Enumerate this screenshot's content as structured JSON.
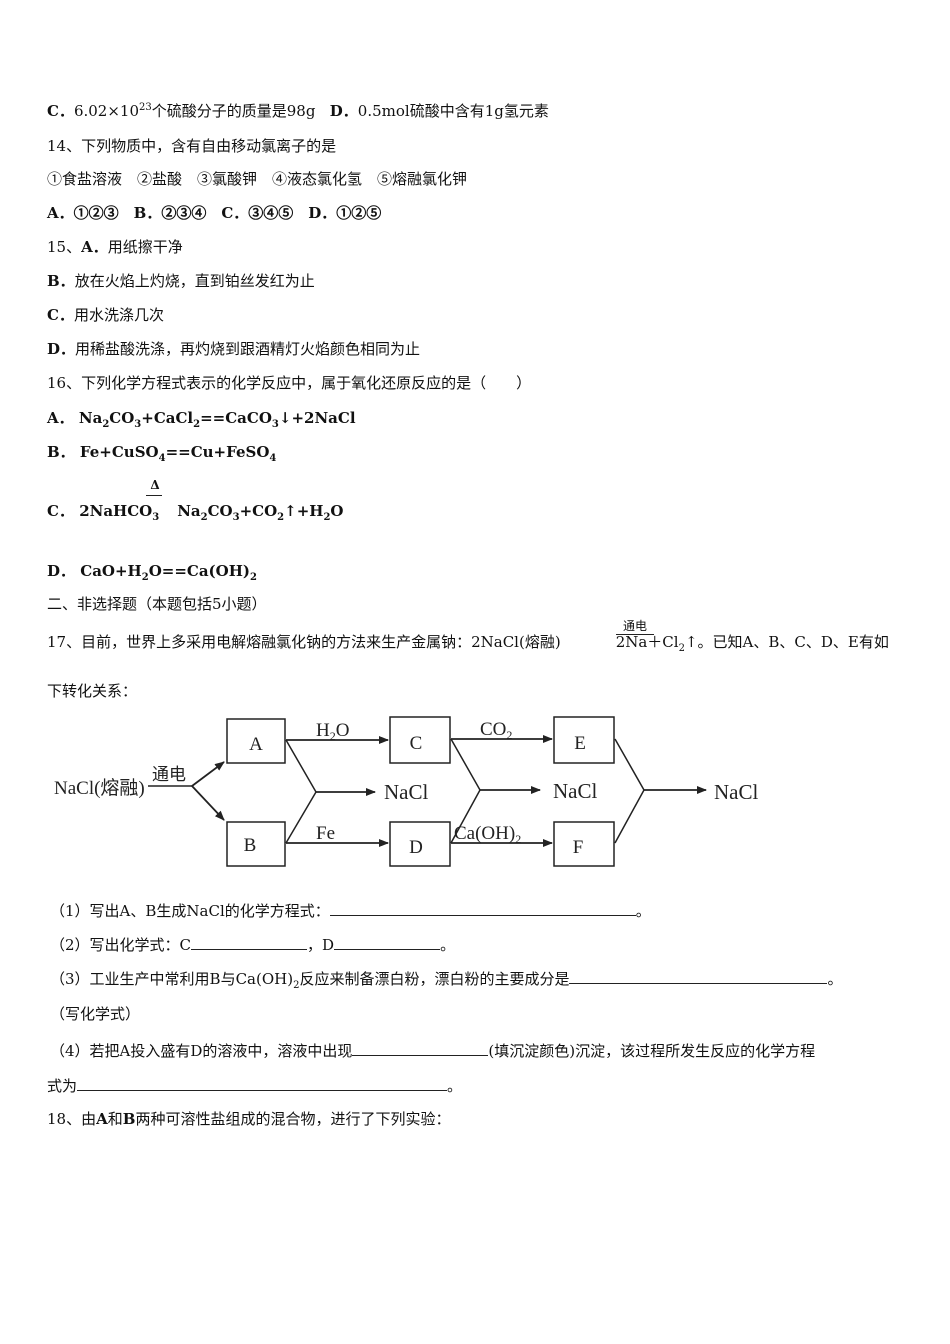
{
  "q13": {
    "c_label": "C．",
    "c_text_a": "6.02×10",
    "c_sup": "23",
    "c_text_b": "个硫酸分子的质量是98g",
    "d_label": "D．",
    "d_text": "0.5mol硫酸中含有1g氢元素"
  },
  "q14": {
    "stem": "14、下列物质中，含有自由移动氯离子的是",
    "items": "①食盐溶液　②盐酸　③氯酸钾　④液态氯化氢　⑤熔融氯化钾",
    "options": "A．①②③　B．②③④　C．③④⑤　D．①②⑤"
  },
  "q15": {
    "num": "15、",
    "a_label": "A．",
    "a_text": "用纸擦干净",
    "b_label": "B．",
    "b_text": "放在火焰上灼烧，直到铂丝发红为止",
    "c_label": "C．",
    "c_text": "用水洗涤几次",
    "d_label": "D．",
    "d_text": "用稀盐酸洗涤，再灼烧到跟酒精灯火焰颜色相同为止"
  },
  "q16": {
    "stem": "16、下列化学方程式表示的化学反应中，属于氧化还原反应的是（　　）",
    "a_label": "A．",
    "b_label": "B．",
    "c_label": "C．",
    "d_label": "D．",
    "a_eq": [
      "Na",
      "2",
      "CO",
      "3",
      "+CaCl",
      "2",
      "==CaCO",
      "3",
      "↓+2NaCl"
    ],
    "b_eq": [
      "Fe+CuSO",
      "4",
      "==Cu+FeSO",
      "4"
    ],
    "c_reactant": [
      "2NaHCO",
      "3"
    ],
    "c_condition": "Δ",
    "c_product": [
      "Na",
      "2",
      "CO",
      "3",
      "+CO",
      "2",
      "↑+H",
      "2",
      "O"
    ],
    "d_eq": [
      "CaO+H",
      "2",
      "O==Ca(OH)",
      "2"
    ]
  },
  "section2": {
    "title": "二、非选择题（本题包括5小题）"
  },
  "q17": {
    "stem_a": "17、目前，世界上多采用电解熔融氯化钠的方法来生产金属钠：2NaCl(熔融)",
    "condition": "通电",
    "stem_b": "2Na＋Cl",
    "stem_b_sub": "2",
    "stem_c": "↑。已知A、B、C、D、E有如",
    "stem_line2": "下转化关系：",
    "diagram": {
      "start": "NaCl(熔融)",
      "start_cond": "通电",
      "nodes": {
        "A": "A",
        "B": "B",
        "C": "C",
        "D": "D",
        "E": "E",
        "F": "F"
      },
      "edge_AC": "H",
      "edge_AC_sub": "2",
      "edge_AC_tail": "O",
      "edge_CE": "CO",
      "edge_CE_sub": "2",
      "edge_BD": "Fe",
      "edge_DF": "Ca(OH)",
      "edge_DF_sub": "2",
      "nacl_1": "NaCl",
      "nacl_2": "NaCl",
      "nacl_3": "NaCl"
    },
    "sub1_a": "（1）写出A、B生成NaCl的化学方程式：",
    "sub1_b": "。",
    "sub2_a": "（2）写出化学式：C",
    "sub2_b": "，D",
    "sub2_c": "。",
    "sub3_a": "（3）工业生产中常利用B与Ca(OH)",
    "sub3_sub": "2",
    "sub3_b": "反应来制备漂白粉，漂白粉的主要成分是",
    "sub3_c": "。",
    "sub3_line2": "（写化学式）",
    "sub4_a": "（4）若把A投入盛有D的溶液中，溶液中出现",
    "sub4_b": "(填沉淀颜色)沉淀，该过程所发生反应的化学方程",
    "sub4_line2_a": "式为",
    "sub4_line2_b": "。"
  },
  "q18": {
    "num": "18、由",
    "a": "A",
    "and": "和",
    "b": "B",
    "rest": "两种可溶性盐组成的混合物，进行了下列实验："
  }
}
